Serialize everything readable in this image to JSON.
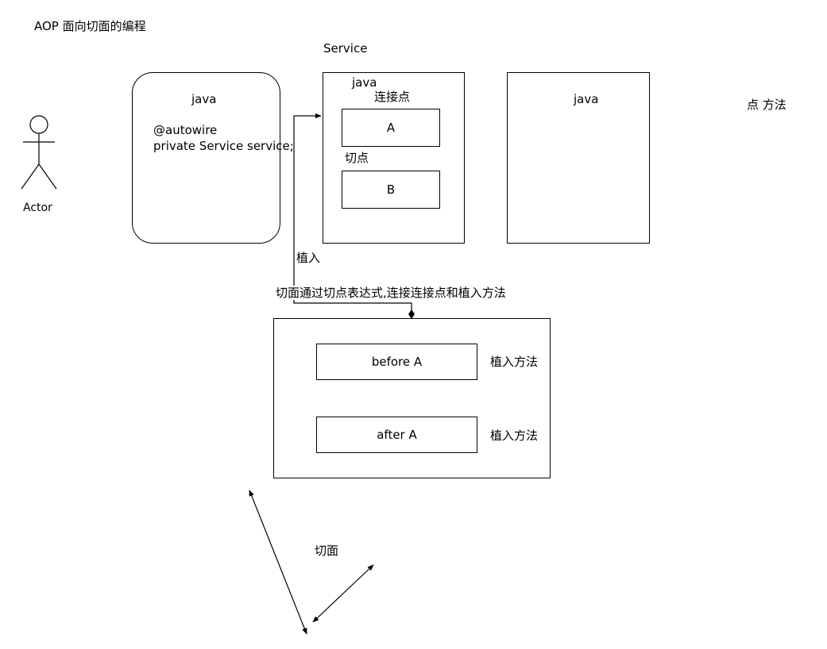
{
  "page_title": "AOP  面向切面的编程",
  "actor": {
    "label": "Actor"
  },
  "caller_box": {
    "title": "java",
    "annotation": "@autowire",
    "field": "private Service service;"
  },
  "service_box": {
    "heading": "Service",
    "title": "java",
    "join_point_label": "连接点",
    "method_a": "A",
    "pointcut_label": "切点",
    "method_b": "B"
  },
  "right_box": {
    "title": "java"
  },
  "point_note": "点  方法",
  "weave_label": "植入",
  "aspect_caption": "切面通过切点表达式,连接连接点和植入方法",
  "aspect_box": {
    "before_label": "before A",
    "after_label": "after A",
    "advice_label_1": "植入方法",
    "advice_label_2": "植入方法"
  },
  "aspect_sketch_label": "切面"
}
